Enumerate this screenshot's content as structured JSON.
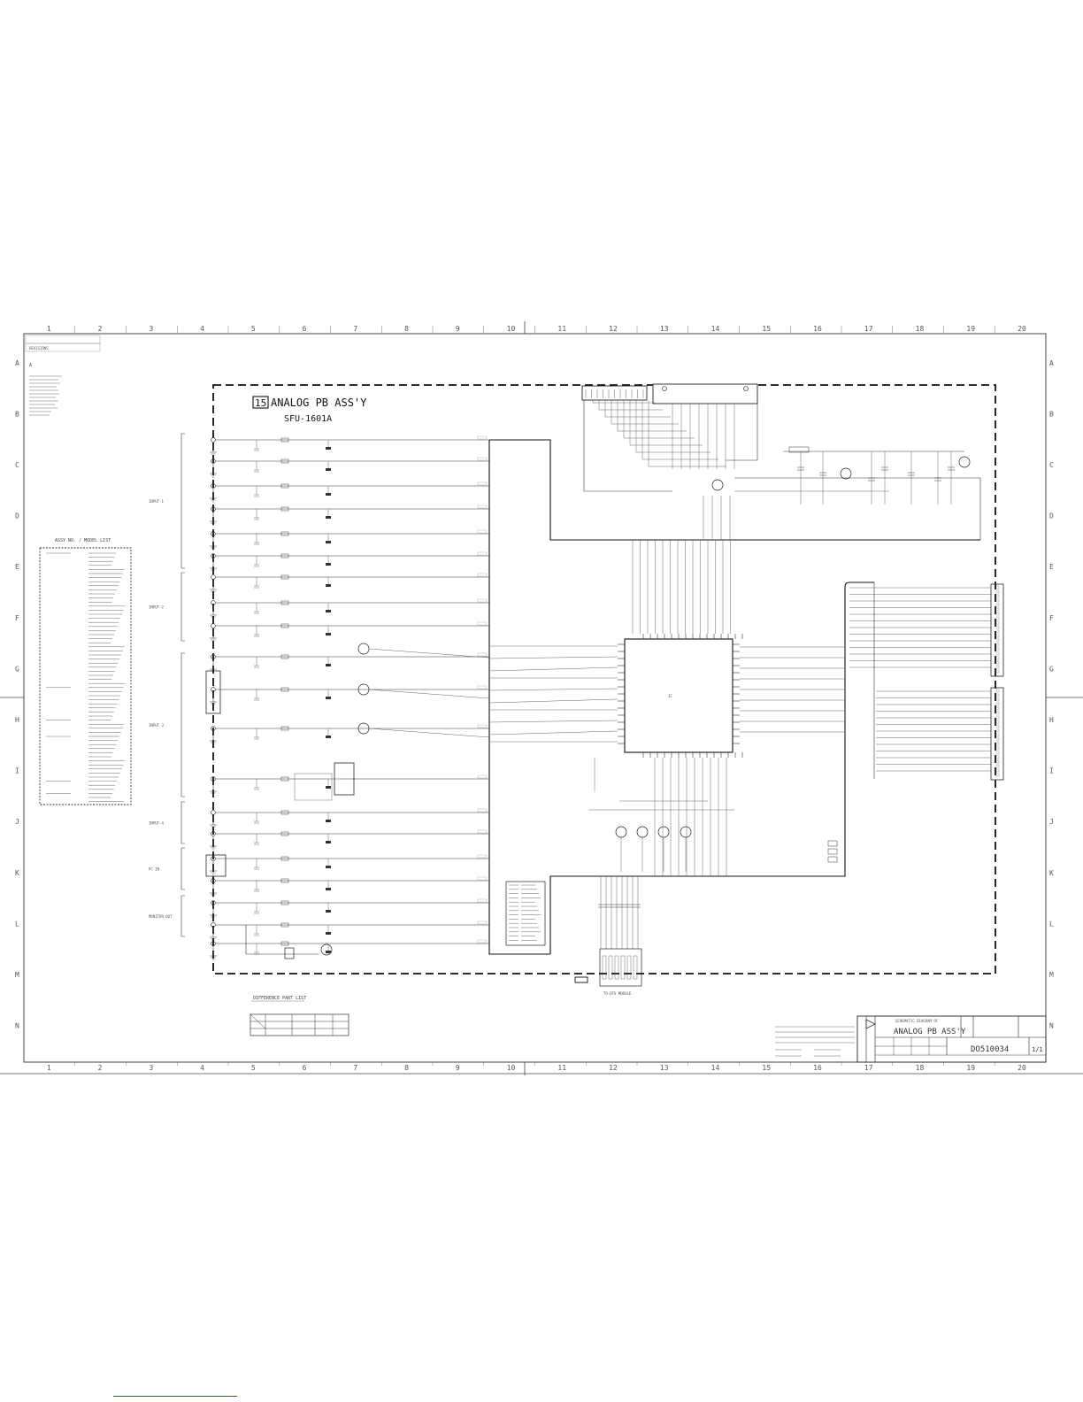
{
  "title": {
    "badge": "15",
    "name": "ANALOG PB ASS'Y",
    "model": "SFU-1601A"
  },
  "columns": [
    "1",
    "2",
    "3",
    "4",
    "5",
    "6",
    "7",
    "8",
    "9",
    "10",
    "11",
    "12",
    "13",
    "14",
    "15",
    "16",
    "17",
    "18",
    "19",
    "20"
  ],
  "rows": [
    "A",
    "B",
    "C",
    "D",
    "E",
    "F",
    "G",
    "H",
    "I",
    "J",
    "K",
    "L",
    "M",
    "N"
  ],
  "revision": {
    "header": "REVISIONS",
    "symbol": "A"
  },
  "assy_list": {
    "title": "ASSY NO. / MODEL LIST"
  },
  "input_groups": [
    "INPUT-1",
    "INPUT-2",
    "INPUT-3",
    "INPUT-4",
    "PC-IN",
    "MONITOR-OUT"
  ],
  "difference_list": {
    "title": "DIFFERENCE PART LIST"
  },
  "bottom_module_label": "TO-DTV MODULE",
  "title_block": {
    "heading": "SCHEMATIC DIAGRAM OF",
    "name": "ANALOG PB ASS'Y",
    "drawing_number": "DO510034",
    "sheet": "1/1"
  },
  "colors": {
    "ink": "#222222",
    "link": "#2a4fd6"
  },
  "icons": [
    "warning-triangle-icon",
    "ground-symbol-icon"
  ]
}
